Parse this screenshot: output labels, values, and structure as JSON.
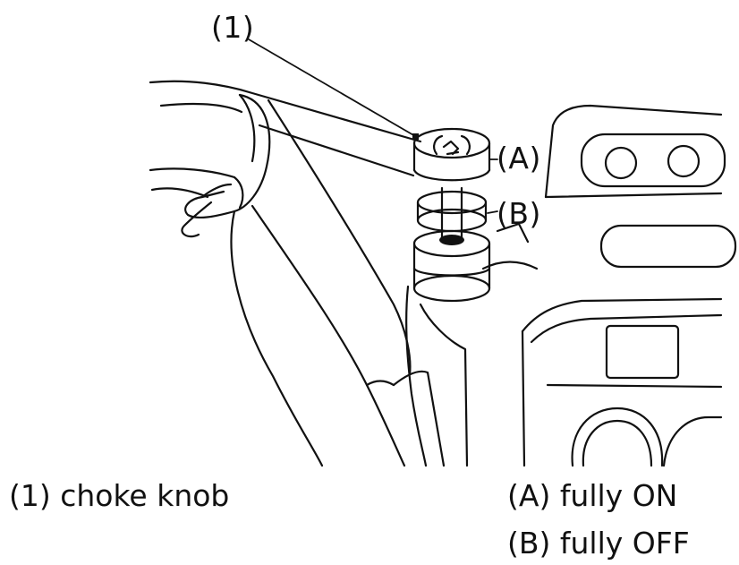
{
  "callouts": {
    "part_1": "(1)",
    "pos_a": "(A)",
    "pos_b": "(B)"
  },
  "legend": {
    "part_1": "(1) choke knob",
    "pos_a": "(A) fully ON",
    "pos_b": "(B) fully OFF"
  },
  "colors": {
    "line": "#111111",
    "background": "#ffffff"
  }
}
